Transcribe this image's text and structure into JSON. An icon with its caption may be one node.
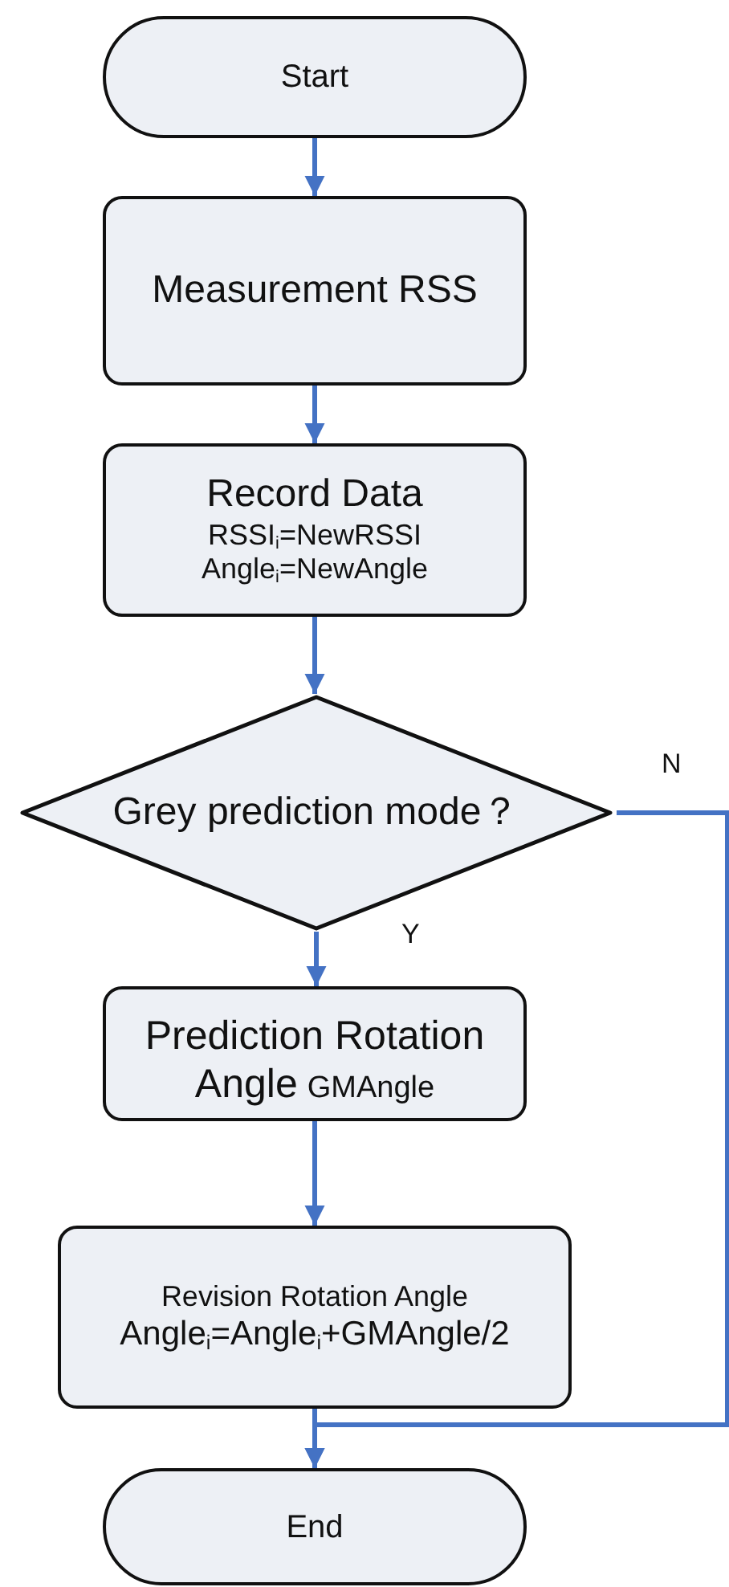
{
  "diagram": {
    "nodes": [
      {
        "text": [
          "Start"
        ]
      },
      {
        "text": [
          "Measurement RSS"
        ]
      },
      {
        "text": [
          "Record Data",
          "RSSI$_{i}$=NewRSSI",
          "Angle$_{i}$=NewAngle"
        ]
      },
      {
        "text": [
          "Grey prediction mode？"
        ]
      },
      {
        "text": [
          "Prediction Rotation Angle",
          "GMAngle"
        ]
      },
      {
        "text": [
          "Revision Rotation Angle",
          "Angle$_{i}$=Angle$_{i}$+GMAngle/2"
        ]
      },
      {
        "text": [
          "End"
        ]
      }
    ],
    "edges": [
      {
        "from": 0,
        "to": 1,
        "arrow": "to"
      },
      {
        "from": 1,
        "to": 2,
        "arrow": "to"
      },
      {
        "from": 2,
        "to": 3,
        "arrow": "to"
      },
      {
        "from": 3,
        "to": 4,
        "arrow": "to",
        "label": "Y"
      },
      {
        "from": 4,
        "to": 5,
        "arrow": "to"
      },
      {
        "from": 3,
        "to": 6,
        "arrow": "to",
        "label": "N"
      },
      {
        "from": 5,
        "to": 6,
        "arrow": "to"
      }
    ]
  }
}
